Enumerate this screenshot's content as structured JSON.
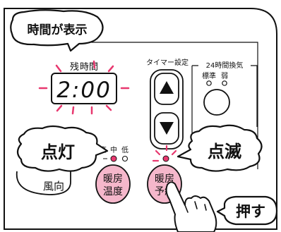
{
  "callouts": {
    "display_time": "時間が表示",
    "lit": "点灯",
    "blinking": "点滅",
    "push": "押す"
  },
  "panel": {
    "remaining_label_1": "残",
    "remaining_label_2": "時間",
    "display_value": "2:00",
    "timer_setting_label": "タイマー設定",
    "ventilation_label": "24時間換気",
    "vent_standard_label": "標準",
    "vent_weak_label": "弱",
    "intensity_high_label": "高",
    "intensity_mid_label": "中",
    "intensity_low_label": "低",
    "heating_temp_button": [
      "暖房",
      "温度"
    ],
    "heating_reserve_button": [
      "暖房",
      "予約"
    ],
    "partial_button_text": "風向"
  },
  "icons": {
    "up": "up-arrow-icon",
    "down": "down-arrow-icon",
    "blink_rays": "blink-rays-icon",
    "led": "led-icon",
    "hand": "pointing-hand-icon"
  },
  "colors": {
    "blink_ray": "#e8386f",
    "button_pink": "#f5b7cb",
    "led_pink": "#e8386f",
    "line": "#111111",
    "background": "#ffffff"
  }
}
